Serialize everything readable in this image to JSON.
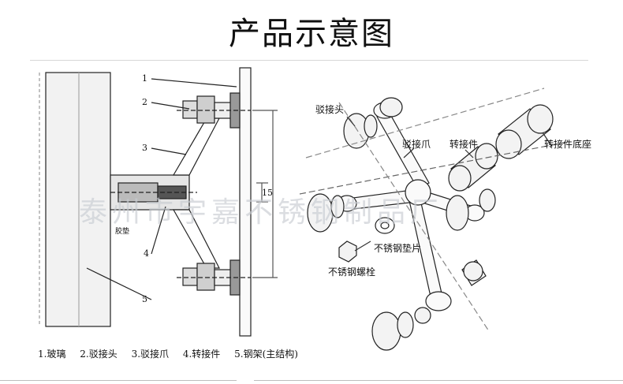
{
  "title": "产品示意图",
  "watermark": "泰州市宇嘉不锈钢制品厂",
  "left_diagram": {
    "callouts": [
      "1",
      "2",
      "3",
      "4",
      "5"
    ],
    "dimension": "15",
    "tiny_label": "胶垫",
    "legend": [
      "1.玻璃",
      "2.驳接头",
      "3.驳接爪",
      "4.转接件",
      "5.钢架(主结构)"
    ]
  },
  "right_diagram": {
    "labels": {
      "connector_head": "驳接头",
      "claw": "驳接爪",
      "adapter": "转接件",
      "adapter_base": "转接件底座",
      "washer": "不锈钢垫片",
      "bolt": "不锈钢螺栓"
    }
  }
}
